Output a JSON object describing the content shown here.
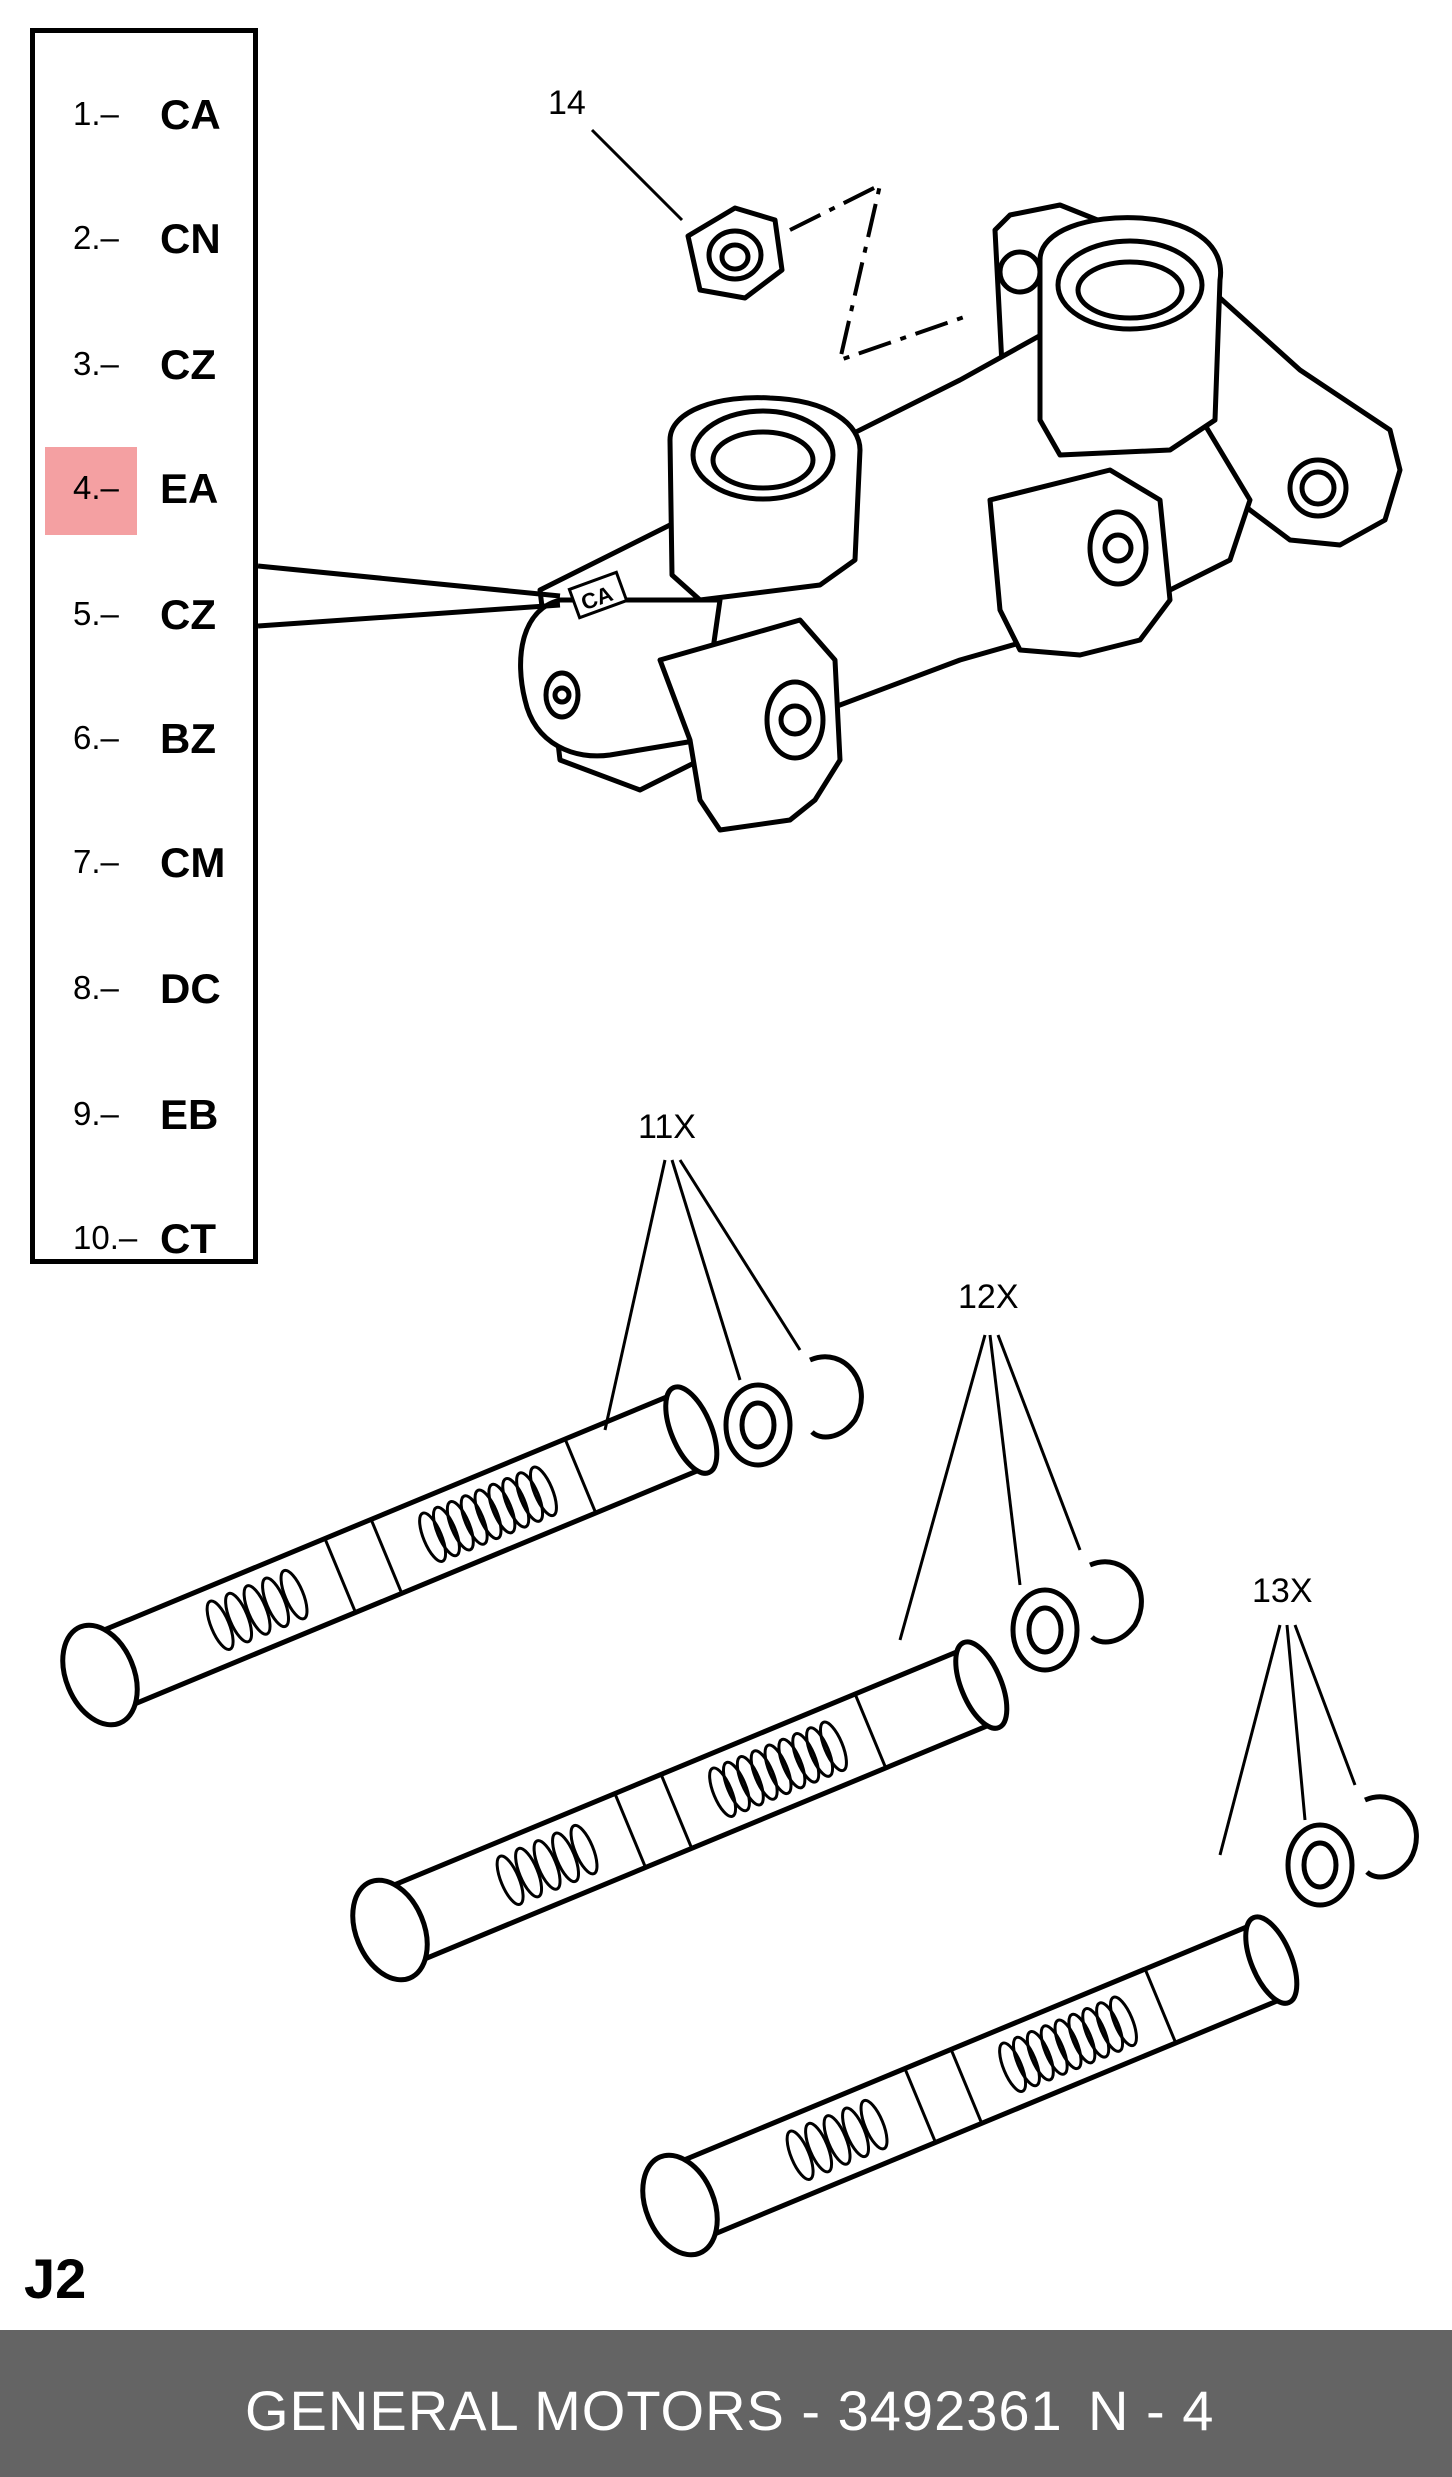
{
  "legend": {
    "items": [
      {
        "num": "1.–",
        "code": "CA"
      },
      {
        "num": "2.–",
        "code": "CN"
      },
      {
        "num": "3.–",
        "code": "CZ"
      },
      {
        "num": "4.–",
        "code": "EA"
      },
      {
        "num": "5.–",
        "code": "CZ"
      },
      {
        "num": "6.–",
        "code": "BZ"
      },
      {
        "num": "7.–",
        "code": "CM"
      },
      {
        "num": "8.–",
        "code": "DC"
      },
      {
        "num": "9.–",
        "code": "EB"
      },
      {
        "num": "10.–",
        "code": "CT"
      }
    ],
    "highlight_color": "#f4a0a2"
  },
  "callouts": {
    "c14": "14",
    "c11": "11X",
    "c12": "12X",
    "c13": "13X"
  },
  "body_stamp": "CA",
  "page_code": "J2",
  "footer": {
    "brand_part": "GENERAL MOTORS - 3492361",
    "page_ref": "N - 4",
    "background": "#646464"
  }
}
